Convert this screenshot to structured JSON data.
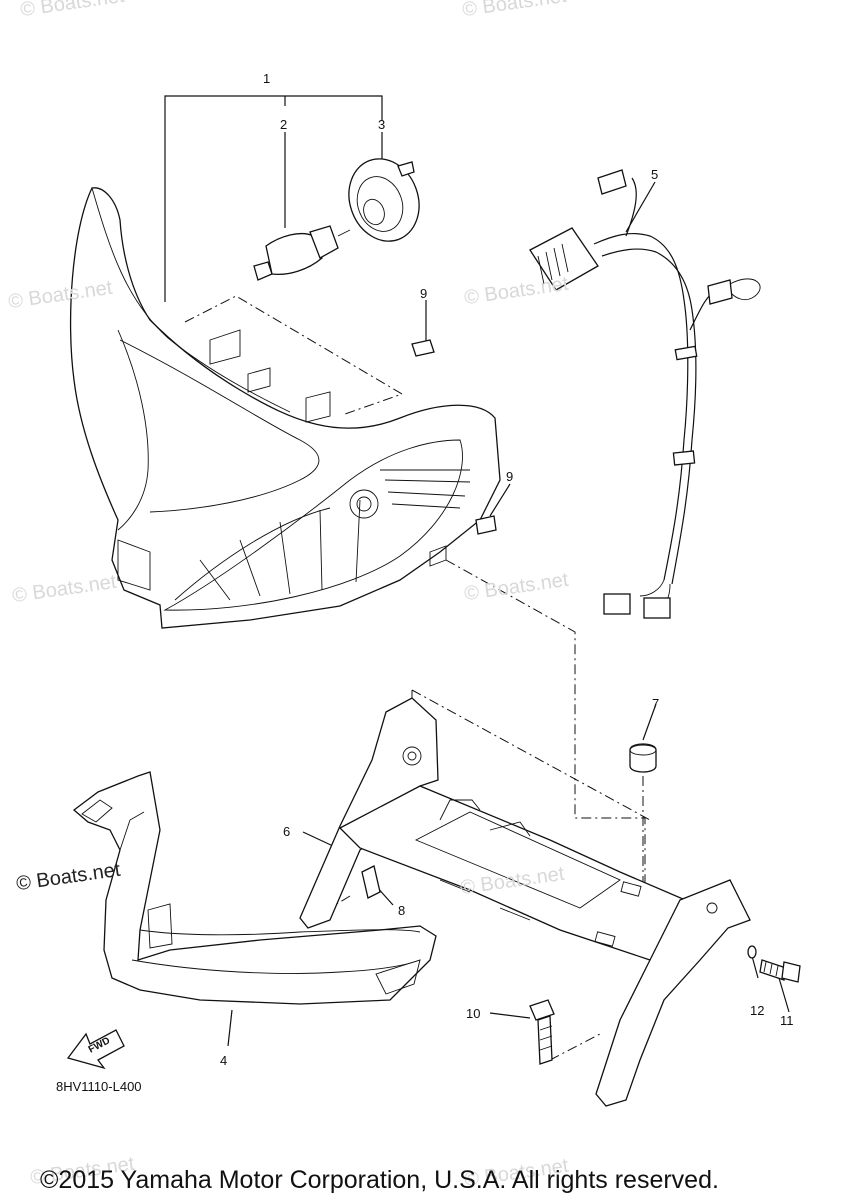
{
  "callouts": {
    "c1": "1",
    "c2": "2",
    "c3": "3",
    "c4": "4",
    "c5": "5",
    "c6": "6",
    "c7": "7",
    "c8": "8",
    "c9a": "9",
    "c9b": "9",
    "c10": "10",
    "c11": "11",
    "c12": "12"
  },
  "part_code": "8HV1110-L400",
  "fwd_label": "FWD",
  "watermark": "© Boats.net",
  "copyright": "©2015 Yamaha Motor Corporation, U.S.A. All rights reserved."
}
